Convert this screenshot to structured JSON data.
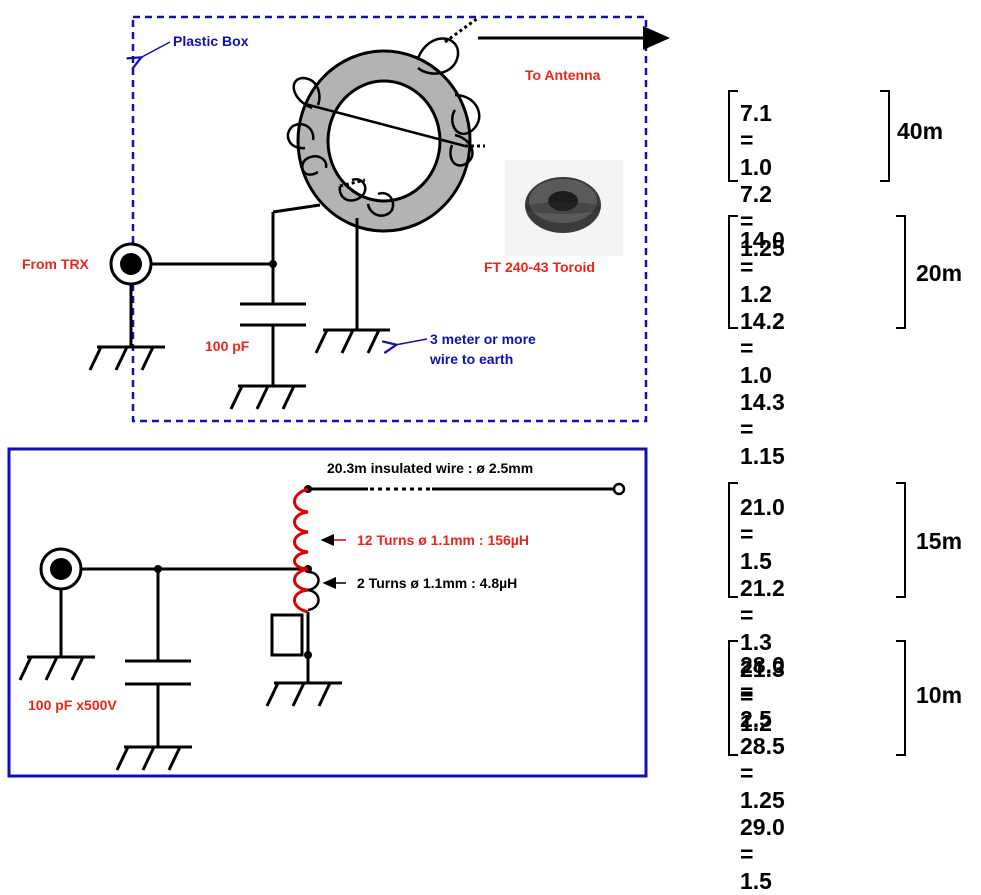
{
  "top_circuit": {
    "plastic_box": "Plastic Box",
    "to_antenna": "To Antenna",
    "from_trx": "From TRX",
    "toroid": "FT 240-43 Toroid",
    "capacitor": "100 pF",
    "earth_line1": "3 meter or more",
    "earth_line2": "wire to earth"
  },
  "bottom_circuit": {
    "wire": "20.3m insulated wire : ø 2.5mm",
    "coil_main": "12 Turns ø 1.1mm : 156µH",
    "coil_tap": "2 Turns ø 1.1mm : 4.8µH",
    "capacitor": "100 pF x500V"
  },
  "swr_tables": [
    {
      "band": "40m",
      "rows": [
        "7.1 = 1.0",
        "7.2 = 1.25"
      ]
    },
    {
      "band": "20m",
      "rows": [
        "14.0 = 1.2",
        "14.2 = 1.0",
        "14.3 = 1.15"
      ]
    },
    {
      "band": "15m",
      "rows": [
        "21.0 = 1.5",
        "21.2 = 1.3",
        "21.3 = 1.2"
      ]
    },
    {
      "band": "10m",
      "rows": [
        "28.0 = 2.5",
        "28.5 = 1.25",
        "29.0 = 1.5"
      ]
    }
  ],
  "colors": {
    "box_border": "#1010b0",
    "label_red": "#e8251b",
    "toroid_gray": "#b3b3b3",
    "coil_red": "#e00000"
  }
}
